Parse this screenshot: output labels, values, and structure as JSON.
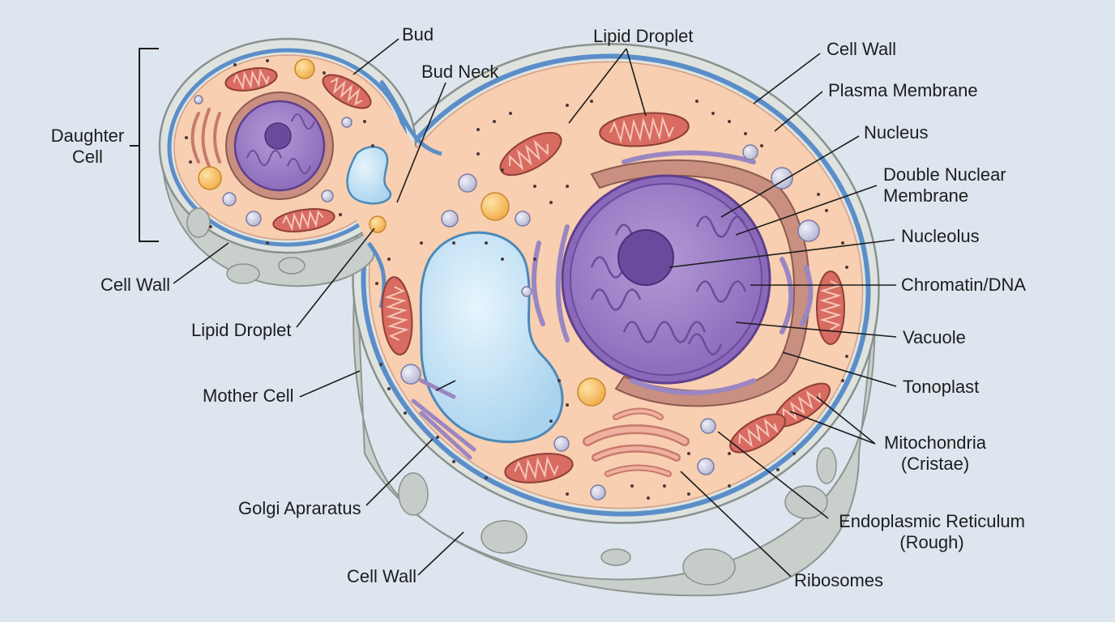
{
  "labels": {
    "bud": "Bud",
    "bud_neck": "Bud Neck",
    "lipid_droplet_top": "Lipid Droplet",
    "cell_wall_top_right": "Cell Wall",
    "plasma_membrane": "Plasma Membrane",
    "nucleus": "Nucleus",
    "double_nuclear_membrane_line1": "Double Nuclear",
    "double_nuclear_membrane_line2": "Membrane",
    "nucleolus": "Nucleolus",
    "chromatin": "Chromatin/DNA",
    "vacuole": "Vacuole",
    "tonoplast": "Tonoplast",
    "mitochondria_line1": "Mitochondria",
    "mitochondria_line2": "(Cristae)",
    "er_line1": "Endoplasmic Reticulum",
    "er_line2": "(Rough)",
    "ribosomes": "Ribosomes",
    "cell_wall_bottom": "Cell Wall",
    "golgi": "Golgi Apraratus",
    "mother_cell": "Mother Cell",
    "lipid_droplet_left": "Lipid Droplet",
    "cell_wall_left": "Cell Wall",
    "daughter_cell_line1": "Daughter",
    "daughter_cell_line2": "Cell"
  },
  "colors": {
    "background": "#dde6ee",
    "cell_wall": "#d4d9d5",
    "plasma_membrane": "#5b8ec9",
    "cytoplasm": "#f8cfb0",
    "nucleus": "#9b7cc4",
    "nucleolus": "#6b4a9e",
    "vacuole": "#b7dcf2",
    "mitochondria": "#d96c60",
    "lipid_droplet": "#f6bf62",
    "er": "#c98f80",
    "golgi": "#e8a08f"
  }
}
